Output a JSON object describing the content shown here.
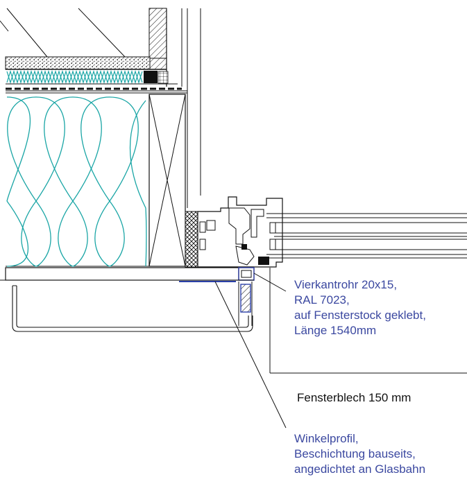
{
  "annotations": {
    "vierkantrohr": {
      "lines": [
        "Vierkantrohr 20x15,",
        "RAL 7023,",
        "auf Fensterstock geklebt,",
        "Länge 1540mm"
      ],
      "color": "#3b48a0"
    },
    "fensterblech": {
      "text": "Fensterblech 150 mm",
      "color": "#111111"
    },
    "winkelprofil": {
      "lines": [
        "Winkelprofil,",
        "Beschichtung bauseits,",
        "angedichtet an Glasbahn"
      ],
      "color": "#3b48a0"
    }
  },
  "colors": {
    "insulation": "#19a5a5",
    "line": "#111111",
    "annotation_blue": "#3b48a0",
    "membrane_blue": "#2a3fa8"
  }
}
